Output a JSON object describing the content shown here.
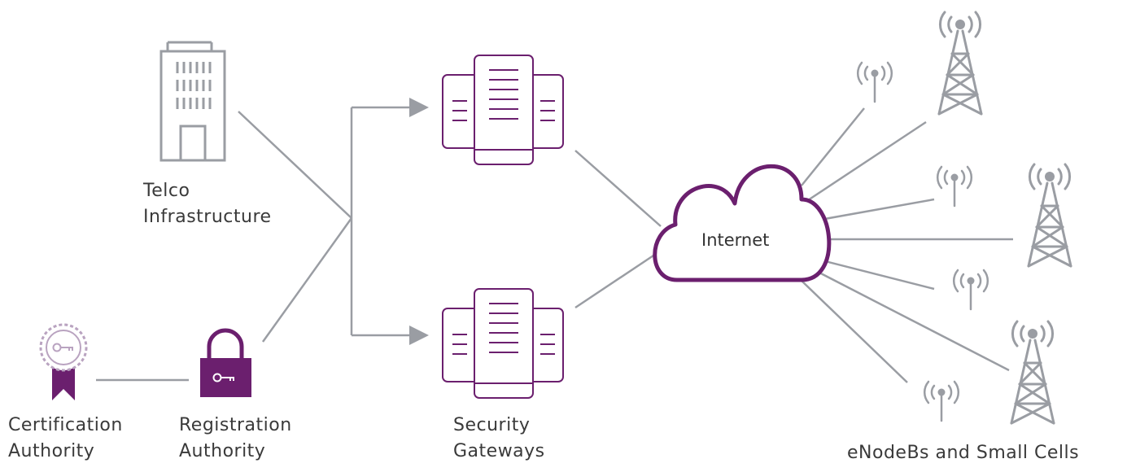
{
  "diagram": {
    "colors": {
      "accent": "#6b1f6e",
      "line": "#9a9da3",
      "icon": "#9a9da3"
    },
    "nodes": {
      "telco": {
        "line1": "Telco",
        "line2": "Infrastructure",
        "icon": "building-icon"
      },
      "ca": {
        "line1": "Certification",
        "line2": "Authority",
        "icon": "certificate-seal-icon"
      },
      "ra": {
        "line1": "Registration",
        "line2": "Authority",
        "icon": "padlock-key-icon"
      },
      "gateways": {
        "line1": "Security",
        "line2": "Gateways",
        "icon": "server-icon"
      },
      "internet": {
        "label": "Internet",
        "icon": "cloud-icon"
      },
      "cells": {
        "label": "eNodeBs and Small Cells",
        "icons": [
          "cell-tower-icon",
          "small-cell-icon"
        ]
      }
    }
  }
}
